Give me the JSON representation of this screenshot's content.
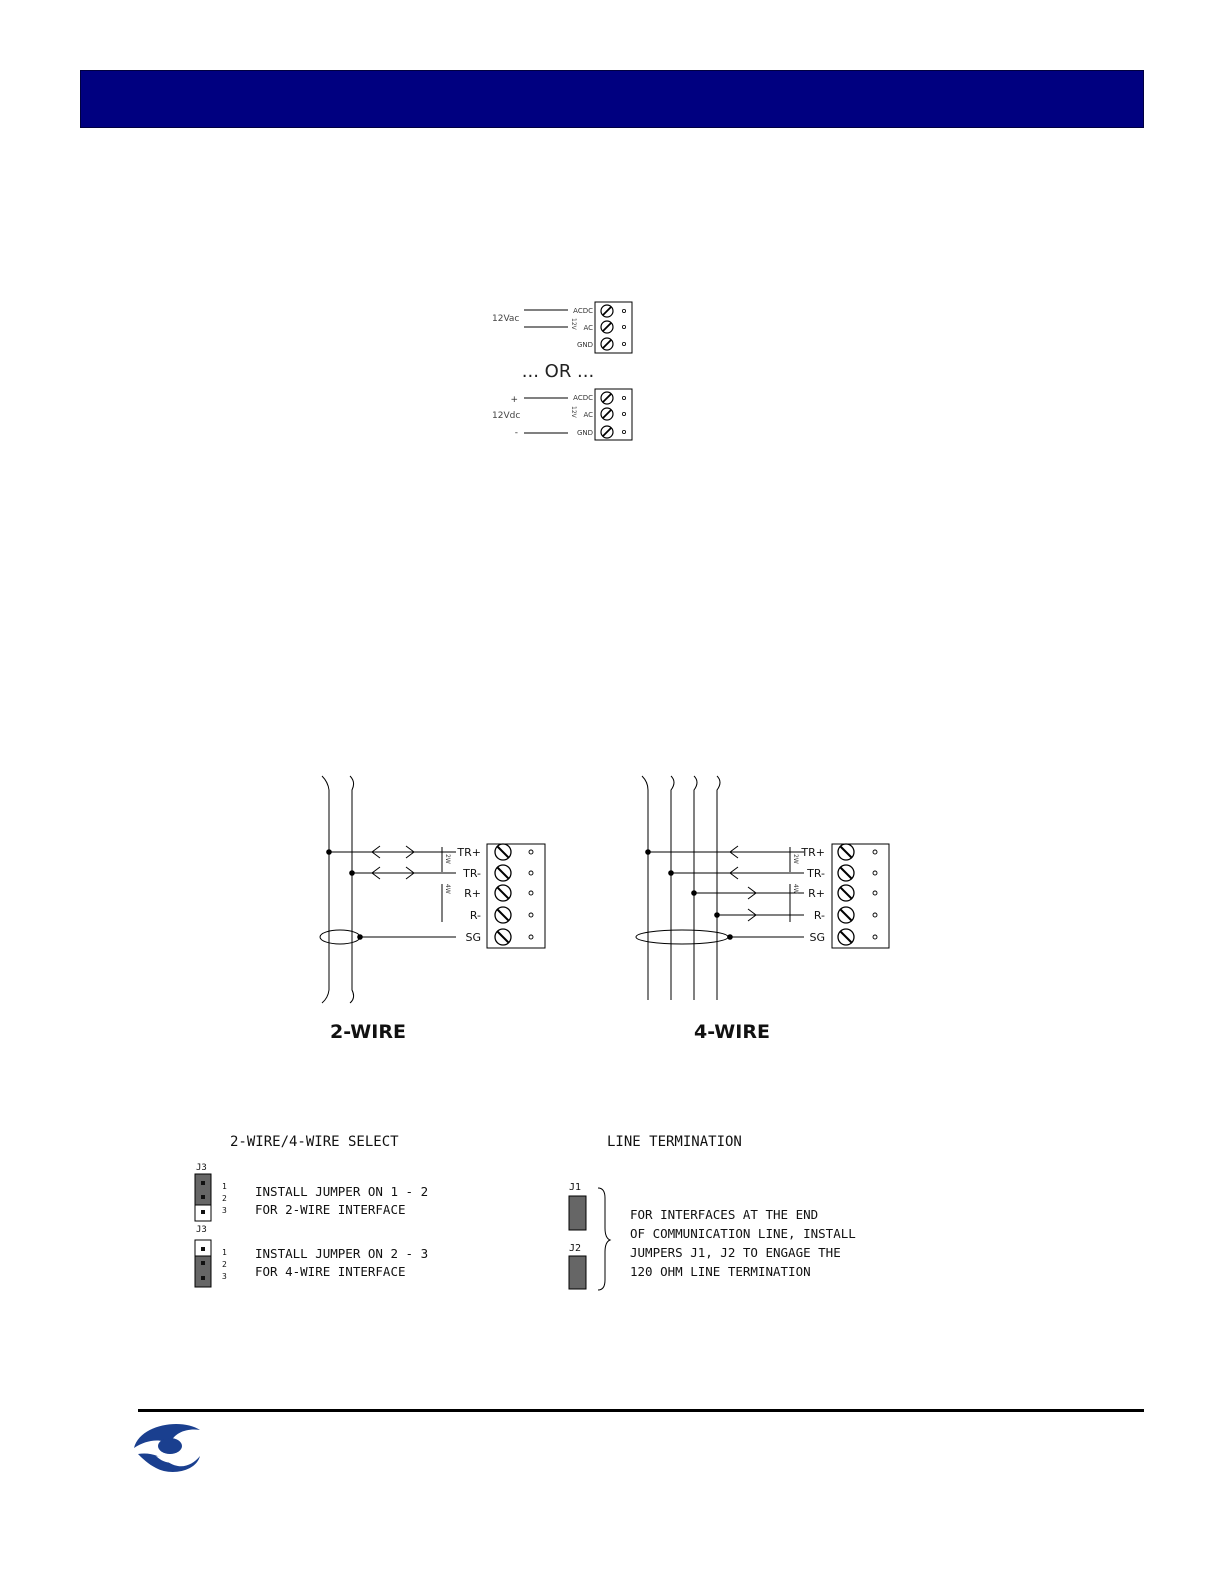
{
  "power_diagram": {
    "ac_supply_label": "12Vac",
    "or_label": "... OR ...",
    "dc_supply_label": "12Vdc",
    "dc_plus": "+",
    "dc_minus": "-",
    "voltage_marker": "12V",
    "terminals": [
      "ACDC",
      "AC",
      "GND"
    ]
  },
  "wiring": {
    "terminals": [
      "TR+",
      "TR-",
      "R+",
      "R-",
      "SG"
    ],
    "mode_2w": "2W",
    "mode_4w": "4W",
    "caption_2wire": "2-WIRE",
    "caption_4wire": "4-WIRE"
  },
  "jumper_select": {
    "title": "2-WIRE/4-WIRE SELECT",
    "jumper_label": "J3",
    "pins": [
      "1",
      "2",
      "3"
    ],
    "option1_line1": "INSTALL JUMPER ON 1 - 2",
    "option1_line2": "FOR 2-WIRE INTERFACE",
    "option2_line1": "INSTALL JUMPER ON 2 - 3",
    "option2_line2": "FOR 4-WIRE INTERFACE"
  },
  "line_termination": {
    "title": "LINE TERMINATION",
    "j1_label": "J1",
    "j2_label": "J2",
    "line1": "FOR INTERFACES AT THE END",
    "line2": "OF COMMUNICATION LINE, INSTALL",
    "line3": "JUMPERS J1, J2 TO ENGAGE THE",
    "line4": "120 OHM LINE TERMINATION"
  },
  "colors": {
    "header": "#000080",
    "logo": "#1a3f8f",
    "jumper_fill": "#666666"
  }
}
